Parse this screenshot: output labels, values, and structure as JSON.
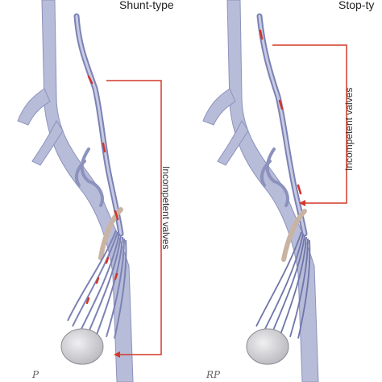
{
  "left_panel": {
    "title": "Shunt-type",
    "annotation": "Incompetent  valves",
    "signature": "P"
  },
  "right_panel": {
    "title": "Stop-ty",
    "annotation": "Incompetent  valves",
    "signature": "RP"
  },
  "colors": {
    "vein": "#b7bcd8",
    "vein_dark": "#7c82b4",
    "valve": "#d2342a",
    "leader": "#d23a2a",
    "vas": "#d6c5b6",
    "testis": "#d9d9dc"
  }
}
